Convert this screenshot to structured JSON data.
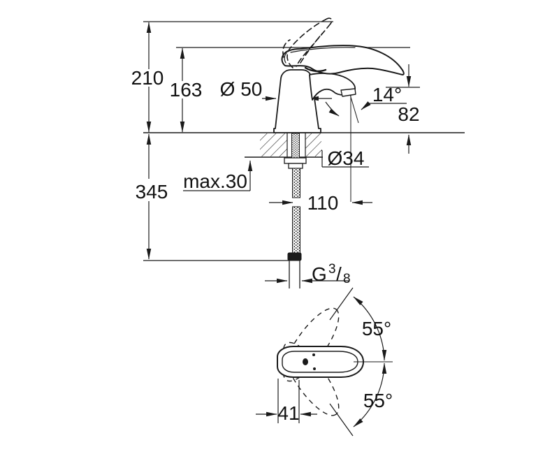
{
  "labels": {
    "overall_height": "210",
    "lever_height": "163",
    "base_diameter": "Ø 50",
    "spout_angle": "14°",
    "outlet_height": "82",
    "hole_diameter": "Ø34",
    "deck_thickness": "max.30",
    "spout_projection": "110",
    "hose_length": "345",
    "thread_g": "G",
    "thread_num": "3",
    "thread_slash": "/",
    "thread_den": "8",
    "handle_offset": "41",
    "swivel_up": "55°",
    "swivel_down": "55°"
  },
  "colors": {
    "line": "#1a1a1a",
    "text": "#111111",
    "background": "#ffffff"
  }
}
